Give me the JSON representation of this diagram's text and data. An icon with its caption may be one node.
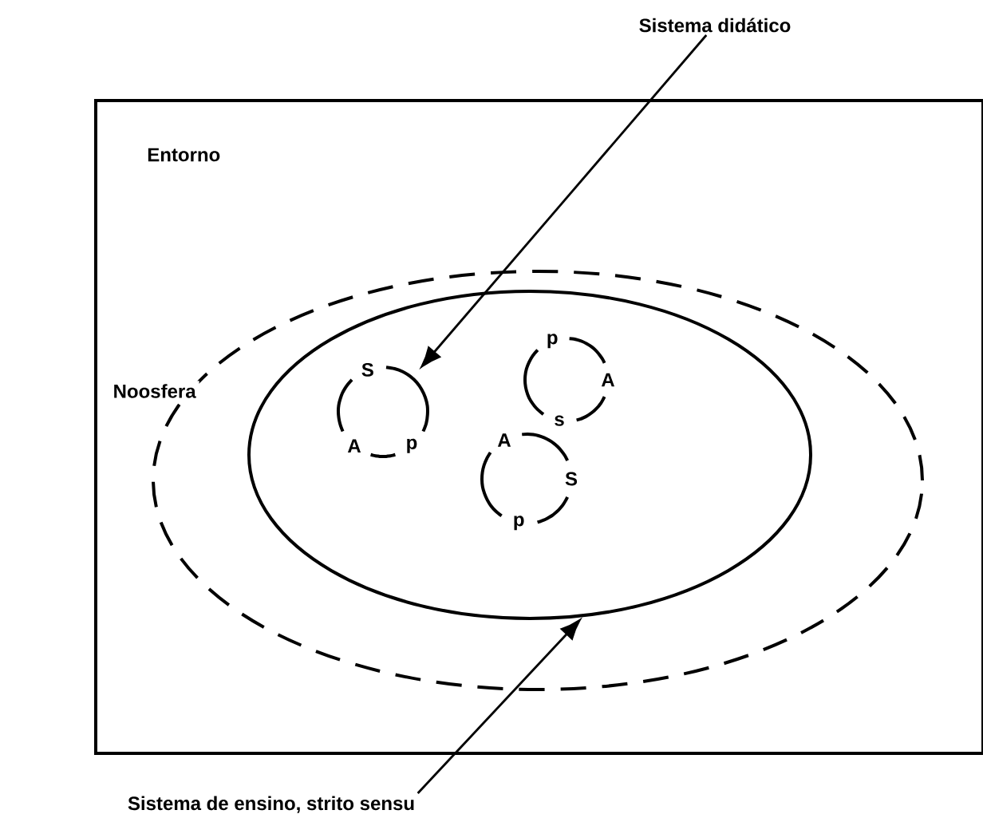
{
  "diagram": {
    "nodes": [
      {
        "text": [
          "Sistema didático"
        ]
      },
      {
        "text": [
          "Entorno"
        ]
      },
      {
        "text": [
          "Noosfera"
        ],
        "in": 1
      },
      {
        "text": [],
        "shape": "ellipse",
        "in": 2
      },
      {
        "text": [
          "S",
          "A",
          "p"
        ],
        "in": 3
      },
      {
        "text": [
          "p",
          "s",
          "A"
        ],
        "in": 3
      },
      {
        "text": [
          "A",
          "S",
          "p"
        ],
        "in": 3
      },
      {
        "text": [
          "Sistema de ensino, strito sensu"
        ]
      }
    ],
    "edges": [
      {
        "from": 0,
        "to": 4,
        "arrow": "to"
      },
      {
        "from": 7,
        "to": 3,
        "arrow": "to"
      }
    ]
  }
}
